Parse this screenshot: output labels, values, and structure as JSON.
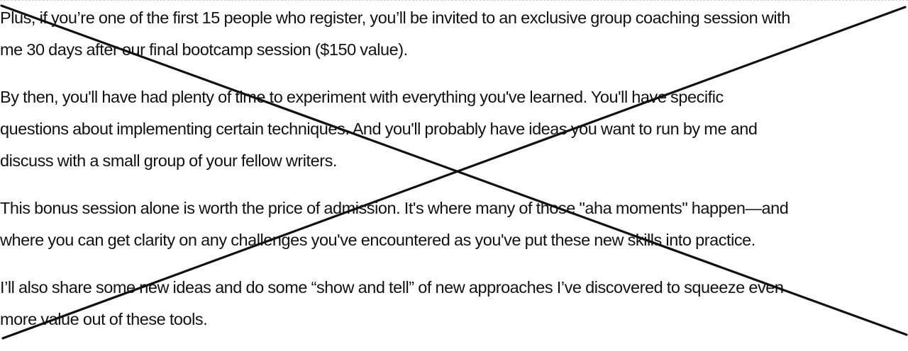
{
  "document": {
    "paragraphs": [
      {
        "lines": [
          "Plus, if you’re one of the first 15 people who register, you’ll be invited to an exclusive group coaching session with",
          "me 30 days after our final bootcamp session ($150 value)."
        ]
      },
      {
        "lines": [
          "By then, you'll have had plenty of time to experiment with everything you've learned. You'll have specific",
          "questions about implementing certain techniques. And you'll probably have ideas you want to run by me and",
          "discuss with a small group of your fellow writers."
        ]
      },
      {
        "lines": [
          "This bonus session alone is worth the price of admission. It's where many of those \"aha moments\" happen—and",
          "where you can get clarity on any challenges you've encountered as you've put these new skills into practice."
        ]
      },
      {
        "lines": [
          "I’ll also share some new ideas and do some “show and tell” of new approaches I’ve discovered to squeeze even",
          "more value out of these tools."
        ]
      }
    ],
    "strike_color": "#111111"
  }
}
